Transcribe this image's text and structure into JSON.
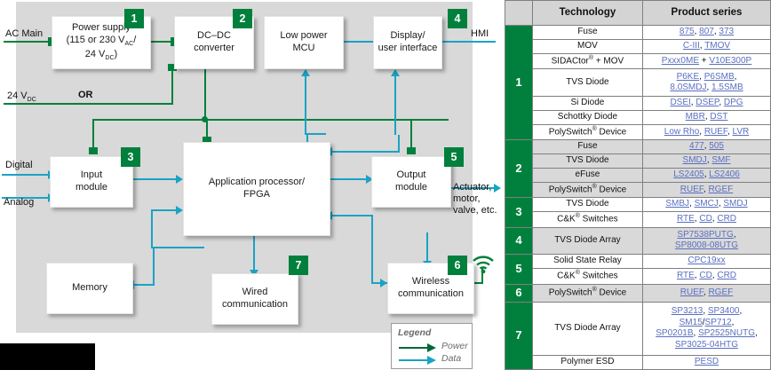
{
  "diagram": {
    "blocks": [
      {
        "id": "power-supply",
        "label": "Power supply\n(115 or 230 VAC/\n24 VDC)",
        "badge": "1"
      },
      {
        "id": "dcdc",
        "label": "DC–DC\nconverter",
        "badge": "2"
      },
      {
        "id": "low-power-mcu",
        "label": "Low power\nMCU",
        "badge": ""
      },
      {
        "id": "display",
        "label": "Display/\nuser interface",
        "badge": "4"
      },
      {
        "id": "input-module",
        "label": "Input\nmodule",
        "badge": "3"
      },
      {
        "id": "app-processor",
        "label": "Application processor/\nFPGA",
        "badge": ""
      },
      {
        "id": "output-module",
        "label": "Output\nmodule",
        "badge": "5"
      },
      {
        "id": "memory",
        "label": "Memory",
        "badge": ""
      },
      {
        "id": "wired",
        "label": "Wired\ncommunication",
        "badge": "7"
      },
      {
        "id": "wireless",
        "label": "Wireless\ncommunication",
        "badge": "6"
      }
    ],
    "block_text": {
      "power_supply_l1": "Power supply",
      "power_supply_l2a": "(115 or 230 V",
      "power_supply_l2b": "AC",
      "power_supply_l2c": "/",
      "power_supply_l3a": "24 V",
      "power_supply_l3b": "DC",
      "power_supply_l3c": ")",
      "dcdc_l1": "DC–DC",
      "dcdc_l2": "converter",
      "mcu_l1": "Low power",
      "mcu_l2": "MCU",
      "display_l1": "Display/",
      "display_l2": "user interface",
      "input_l1": "Input",
      "input_l2": "module",
      "app_l1": "Application processor/",
      "app_l2": "FPGA",
      "output_l1": "Output",
      "output_l2": "module",
      "memory_l1": "Memory",
      "wired_l1": "Wired",
      "wired_l2": "communication",
      "wireless_l1": "Wireless",
      "wireless_l2": "communication"
    },
    "badges": {
      "b1": "1",
      "b2": "2",
      "b3": "3",
      "b4": "4",
      "b5": "5",
      "b6": "6",
      "b7": "7"
    },
    "edge_labels": {
      "ac_main": "AC Main",
      "v24_dc_a": "24 V",
      "v24_dc_b": "DC",
      "or": "OR",
      "digital": "Digital",
      "analog": "Analog",
      "hmi": "HMI",
      "actuator_l1": "Actuator,",
      "actuator_l2": "motor,",
      "actuator_l3": "valve, etc."
    },
    "legend": {
      "title": "Legend",
      "power": "Power",
      "data": "Data"
    },
    "colors": {
      "power": "#00803c",
      "data": "#1aa3c4",
      "panel": "#d9d9d9",
      "badge": "#00803c"
    }
  },
  "table": {
    "headers": {
      "index": "",
      "technology": "Technology",
      "series": "Product series"
    },
    "groups": [
      {
        "index": "1",
        "rows": [
          {
            "tech": "Fuse",
            "tech_sup": "",
            "series": "875, 807, 373"
          },
          {
            "tech": "MOV",
            "tech_sup": "",
            "series": "C-III, TMOV"
          },
          {
            "tech": "SIDACtor",
            "tech_sup": "®",
            "tech_tail": " + MOV",
            "series": "Pxxx0ME + V10E300P"
          },
          {
            "tech": "TVS Diode",
            "tech_sup": "",
            "series": "P6KE, P6SMB,\n8.0SMDJ, 1.5SMB"
          },
          {
            "tech": "Si Diode",
            "tech_sup": "",
            "series": "DSEI, DSEP, DPG"
          },
          {
            "tech": "Schottky Diode",
            "tech_sup": "",
            "series": "MBR, DST"
          },
          {
            "tech": "PolySwitch",
            "tech_sup": "®",
            "tech_tail": " Device",
            "series": "Low Rho, RUEF, LVR"
          }
        ]
      },
      {
        "index": "2",
        "rows": [
          {
            "tech": "Fuse",
            "tech_sup": "",
            "series": "477, 505"
          },
          {
            "tech": "TVS Diode",
            "tech_sup": "",
            "series": "SMDJ, SMF"
          },
          {
            "tech": "eFuse",
            "tech_sup": "",
            "series": "LS2405, LS2406"
          },
          {
            "tech": "PolySwitch",
            "tech_sup": "®",
            "tech_tail": " Device",
            "series": "RUEF, RGEF"
          }
        ]
      },
      {
        "index": "3",
        "rows": [
          {
            "tech": "TVS Diode",
            "tech_sup": "",
            "series": "SMBJ, SMCJ, SMDJ"
          },
          {
            "tech": "C&K",
            "tech_sup": "®",
            "tech_tail": " Switches",
            "series": "RTE, CD, CRD"
          }
        ]
      },
      {
        "index": "4",
        "rows": [
          {
            "tech": "TVS Diode Array",
            "tech_sup": "",
            "series": "SP7538PUTG,\nSP8008-08UTG"
          }
        ]
      },
      {
        "index": "5",
        "rows": [
          {
            "tech": "Solid State Relay",
            "tech_sup": "",
            "series": "CPC19xx"
          },
          {
            "tech": "C&K",
            "tech_sup": "®",
            "tech_tail": " Switches",
            "series": "RTE, CD, CRD"
          }
        ]
      },
      {
        "index": "6",
        "rows": [
          {
            "tech": "PolySwitch",
            "tech_sup": "®",
            "tech_tail": " Device",
            "series": "RUEF, RGEF"
          }
        ]
      },
      {
        "index": "7",
        "rows": [
          {
            "tech": "TVS Diode Array",
            "tech_sup": "",
            "series": "SP3213, SP3400, SM15/SP712,\nSP0201B, SP2525NUTG,\nSP3025-04HTG"
          },
          {
            "tech": "Polymer ESD",
            "tech_sup": "",
            "series": "PESD"
          }
        ]
      }
    ]
  }
}
